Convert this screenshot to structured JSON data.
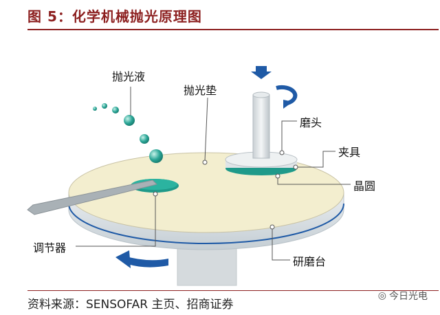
{
  "figure": {
    "title": "图 5：化学机械抛光原理图",
    "source": "资料来源：SENSOFAR 主页、招商证券",
    "watermark": "今日光电"
  },
  "labels": {
    "slurry": "抛光液",
    "pad": "抛光垫",
    "polish_head": "磨头",
    "fixture": "夹具",
    "wafer": "晶圆",
    "conditioner": "调节器",
    "platen": "研磨台"
  },
  "colors": {
    "title": "#8c1f1f",
    "pad": "#f3eecf",
    "teal": "#1f9a8a",
    "arrow_blue": "#1f5aa6",
    "platen_side": "#d6dde2"
  }
}
